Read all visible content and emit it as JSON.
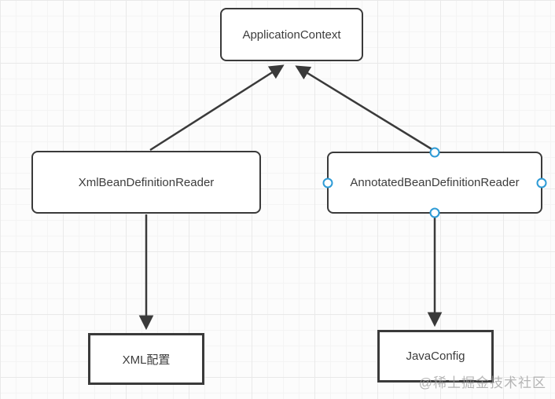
{
  "diagram": {
    "nodes": {
      "application_context": {
        "label": "ApplicationContext",
        "shape": "rounded-rectangle"
      },
      "xml_reader": {
        "label": "XmlBeanDefinitionReader",
        "shape": "rounded-rectangle"
      },
      "annotated_reader": {
        "label": "AnnotatedBeanDefinitionReader",
        "shape": "rounded-rectangle",
        "connection_handles": [
          "top",
          "left",
          "right",
          "bottom"
        ]
      },
      "xml_config": {
        "label": "XML配置",
        "shape": "rectangle"
      },
      "java_config": {
        "label": "JavaConfig",
        "shape": "rectangle"
      }
    },
    "edges": [
      {
        "from": "xml_reader",
        "to": "application_context",
        "arrow": "to"
      },
      {
        "from": "annotated_reader",
        "to": "application_context",
        "arrow": "to"
      },
      {
        "from": "xml_reader",
        "to": "xml_config",
        "arrow": "to"
      },
      {
        "from": "annotated_reader",
        "to": "java_config",
        "arrow": "to"
      }
    ],
    "colors": {
      "node_border": "#3a3a3a",
      "node_fill": "#ffffff",
      "edge": "#3a3a3a",
      "handle_stroke": "#2e9bd6",
      "grid_line": "#e9e9e9",
      "canvas_bg": "#fcfcfc",
      "text": "#3c3c3c",
      "watermark": "#9a9a9a"
    }
  },
  "watermark": {
    "text": "@稀土掘金技术社区"
  }
}
